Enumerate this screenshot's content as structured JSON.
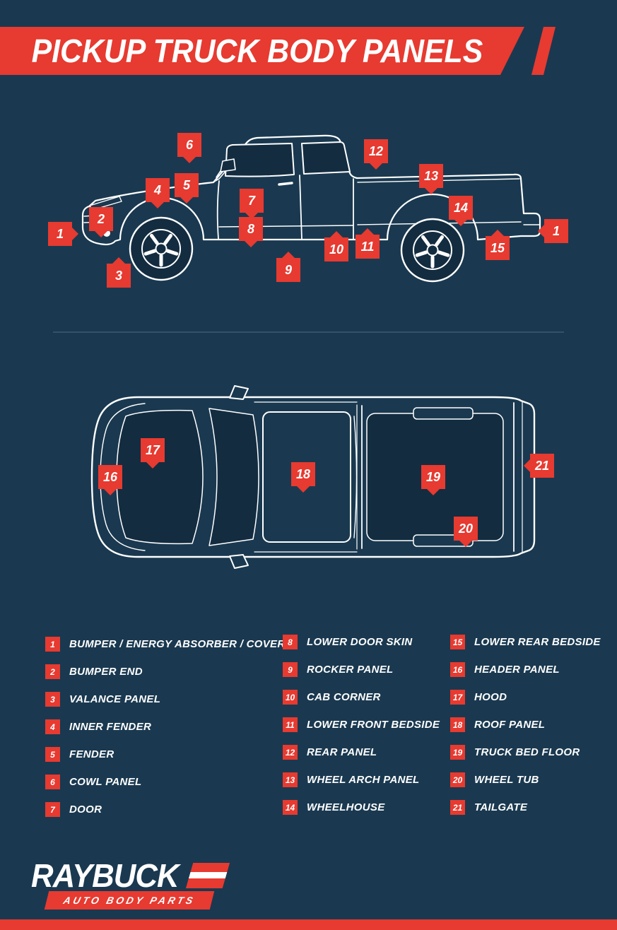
{
  "colors": {
    "background": "#1a3950",
    "panel_dark": "#132c40",
    "accent_red": "#e73a30",
    "line_white": "#ffffff"
  },
  "header": {
    "title": "PICKUP TRUCK BODY PANELS"
  },
  "side_view": {
    "description": "pickup truck side profile line art with numbered part markers",
    "markers": [
      "1",
      "2",
      "3",
      "4",
      "5",
      "6",
      "7",
      "8",
      "9",
      "10",
      "11",
      "12",
      "13",
      "14",
      "15",
      "1"
    ]
  },
  "top_view": {
    "description": "pickup truck top-down line art with numbered part markers",
    "markers": [
      "16",
      "17",
      "18",
      "19",
      "20",
      "21"
    ]
  },
  "legend": {
    "columns": [
      {
        "items": [
          {
            "number": "1",
            "label": "BUMPER / ENERGY ABSORBER / COVER"
          },
          {
            "number": "2",
            "label": "BUMPER END"
          },
          {
            "number": "3",
            "label": "VALANCE PANEL"
          },
          {
            "number": "4",
            "label": "INNER FENDER"
          },
          {
            "number": "5",
            "label": "FENDER"
          },
          {
            "number": "6",
            "label": "COWL PANEL"
          },
          {
            "number": "7",
            "label": "DOOR"
          }
        ]
      },
      {
        "items": [
          {
            "number": "8",
            "label": "LOWER DOOR SKIN"
          },
          {
            "number": "9",
            "label": "ROCKER PANEL"
          },
          {
            "number": "10",
            "label": "CAB CORNER"
          },
          {
            "number": "11",
            "label": "LOWER FRONT BEDSIDE"
          },
          {
            "number": "12",
            "label": "REAR PANEL"
          },
          {
            "number": "13",
            "label": "WHEEL ARCH PANEL"
          },
          {
            "number": "14",
            "label": "WHEELHOUSE"
          }
        ]
      },
      {
        "items": [
          {
            "number": "15",
            "label": "LOWER REAR BEDSIDE"
          },
          {
            "number": "16",
            "label": "HEADER PANEL"
          },
          {
            "number": "17",
            "label": "HOOD"
          },
          {
            "number": "18",
            "label": "ROOF PANEL"
          },
          {
            "number": "19",
            "label": "TRUCK BED FLOOR"
          },
          {
            "number": "20",
            "label": "WHEEL TUB"
          },
          {
            "number": "21",
            "label": "TAILGATE"
          }
        ]
      }
    ]
  },
  "footer": {
    "brand": "RAYBUCK",
    "tagline": "AUTO BODY PARTS"
  }
}
